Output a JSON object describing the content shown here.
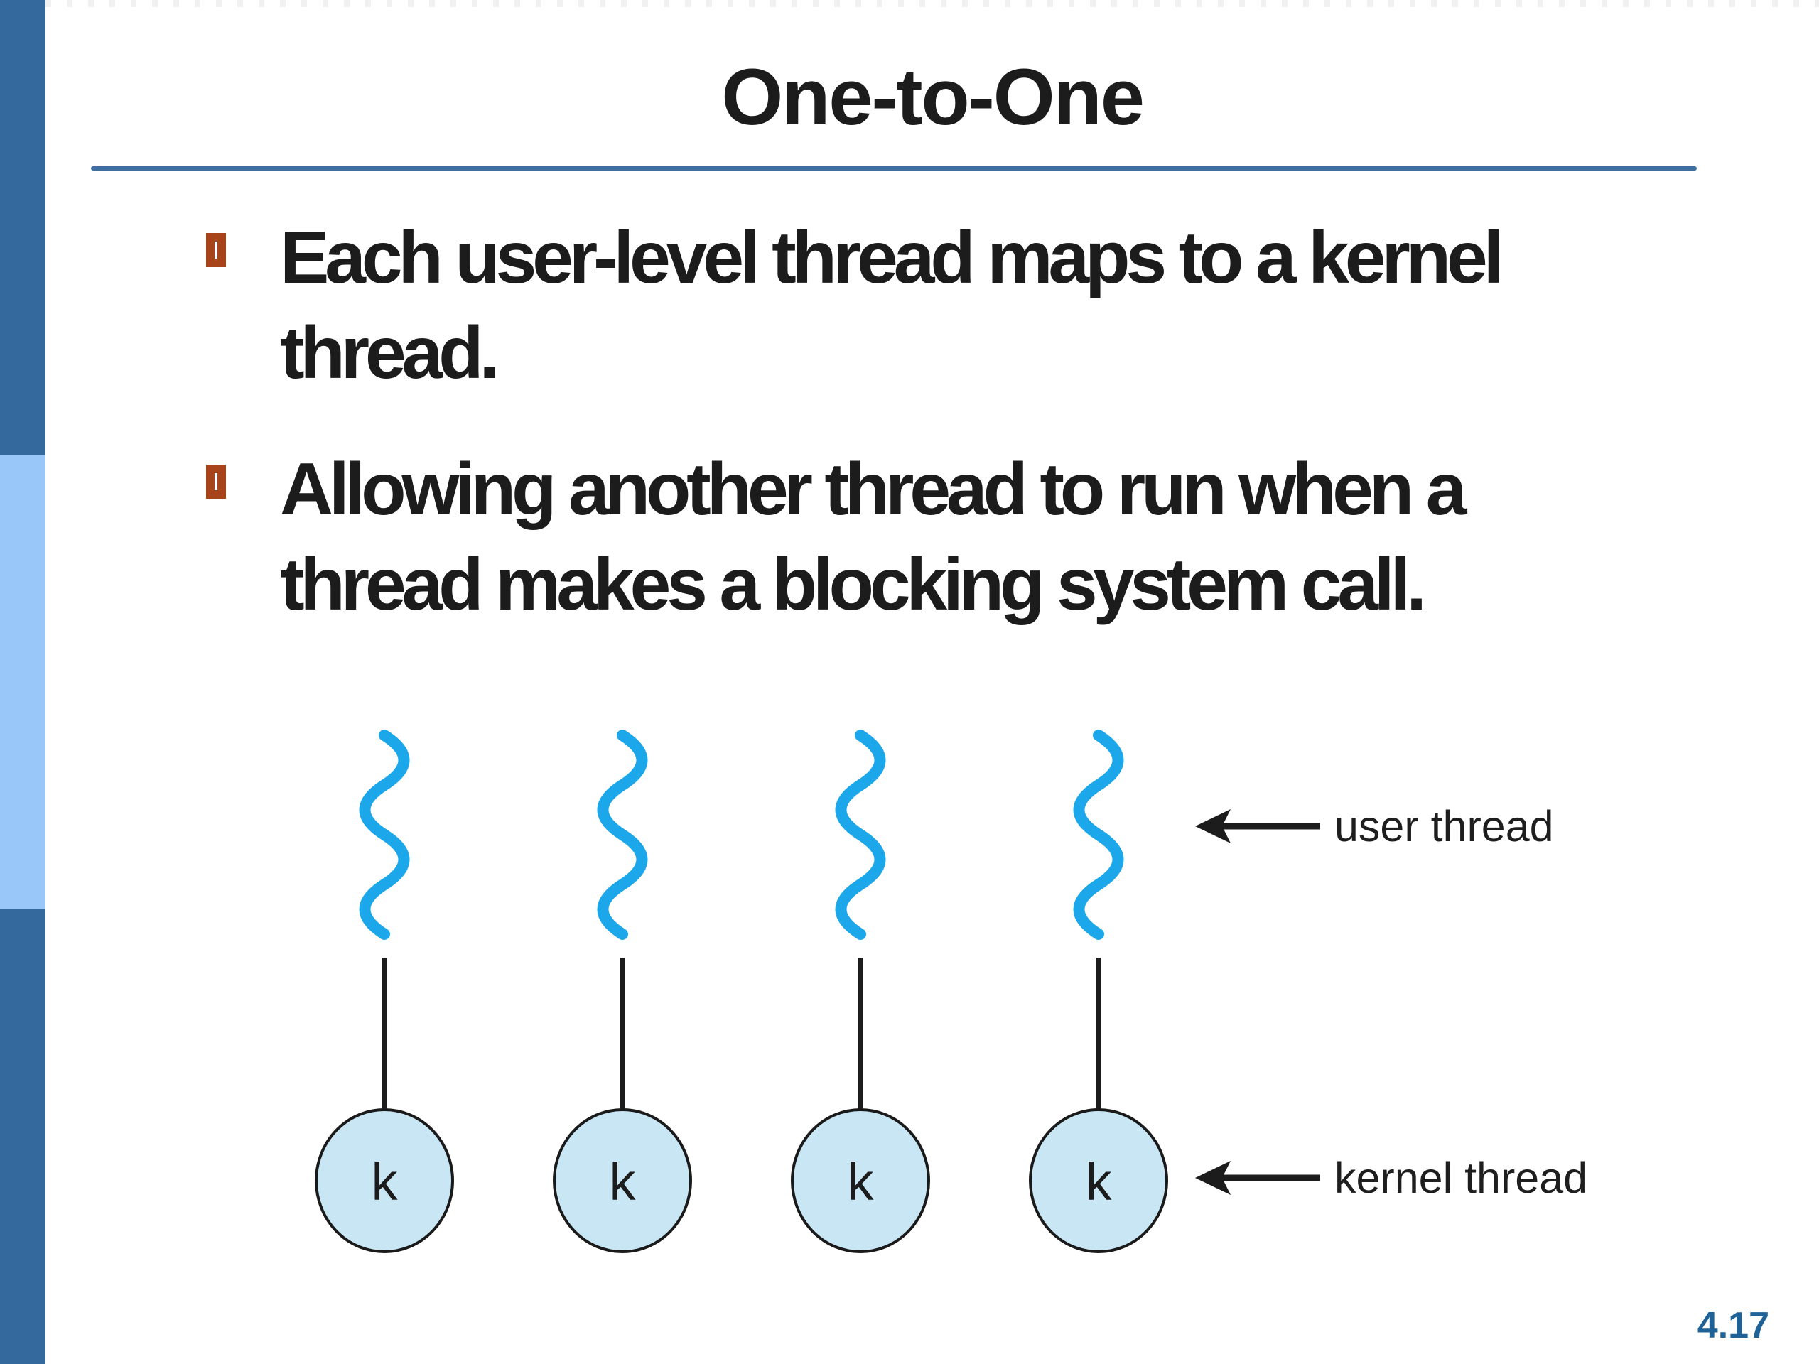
{
  "slide": {
    "title": "One-to-One",
    "page_number": "4.17",
    "bullets": [
      {
        "lines": [
          "Each user-level thread maps to a kernel",
          "thread."
        ]
      },
      {
        "lines": [
          "Allowing another thread to run when a",
          "thread makes a blocking system call."
        ]
      }
    ],
    "diagram": {
      "units": [
        {
          "label": "k"
        },
        {
          "label": "k"
        },
        {
          "label": "k"
        },
        {
          "label": "k"
        }
      ],
      "annotations": {
        "user": "user thread",
        "kernel": "kernel thread"
      }
    }
  },
  "colors": {
    "sidebar-dark": "#34699E",
    "sidebar-light": "#9AC7FA",
    "rule": "#3E6F9F",
    "bullet": "#A8441C",
    "wave": "#1BA7E9",
    "circle-fill": "#C8E6F4",
    "ink": "#1C1C1C",
    "figure-ink": "#1E1E1E",
    "pagenum": "#1E6298"
  }
}
